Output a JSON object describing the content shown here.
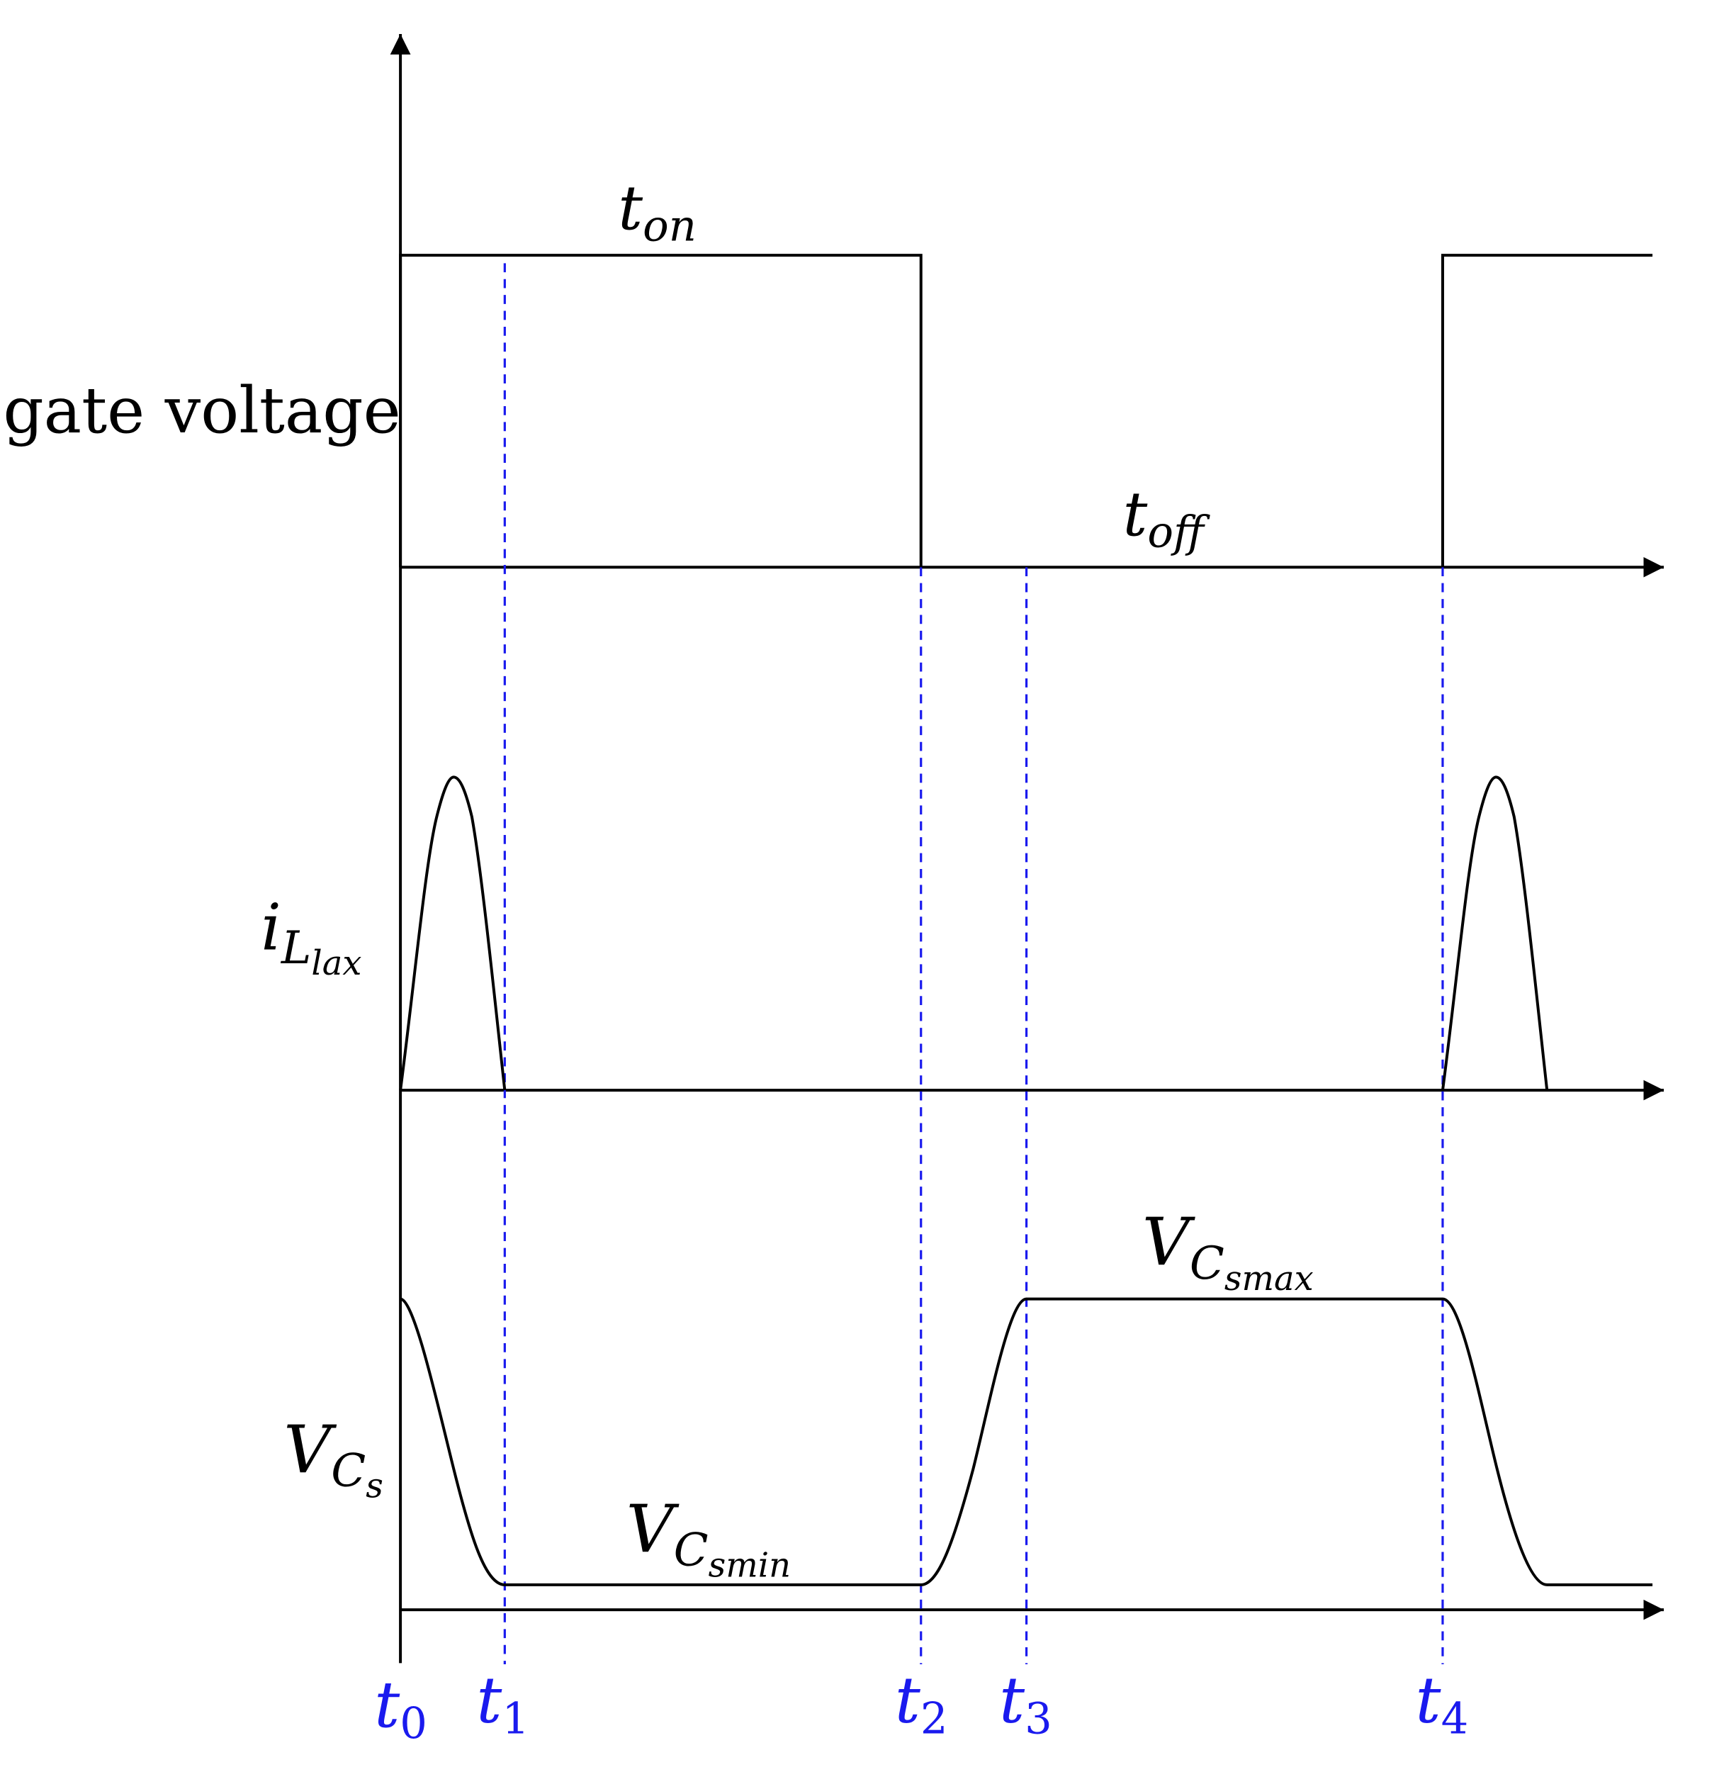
{
  "labels": {
    "gate_voltage": "gate voltage",
    "i_label_main": "i",
    "i_label_sub": "L",
    "i_label_subsub": "lax",
    "vcs_main": "V",
    "vcs_sub": "C",
    "vcs_subsub": "s",
    "vcsmin_main": "V",
    "vcsmin_sub": "C",
    "vcsmin_subsub": "smin",
    "vcsmax_main": "V",
    "vcsmax_sub": "C",
    "vcsmax_subsub": "smax",
    "ton_main": "t",
    "ton_sub": "on",
    "toff_main": "t",
    "toff_sub": "off"
  },
  "time_markers": [
    {
      "main": "t",
      "sub": "0"
    },
    {
      "main": "t",
      "sub": "1"
    },
    {
      "main": "t",
      "sub": "2"
    },
    {
      "main": "t",
      "sub": "3"
    },
    {
      "main": "t",
      "sub": "4"
    }
  ],
  "colors": {
    "trace": "#000000",
    "marker": "#1a1aee"
  }
}
